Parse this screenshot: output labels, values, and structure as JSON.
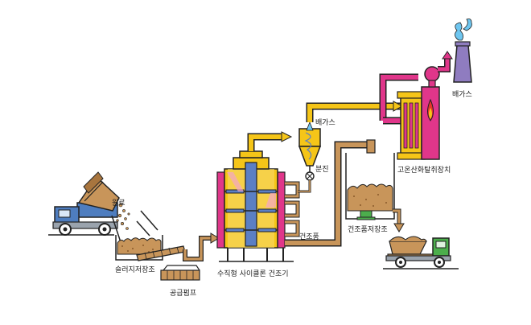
{
  "labels": {
    "raw_material": "원료",
    "sludge_storage": "슬러지저장조",
    "supply_pump": "공급펌프",
    "vertical_cyclone_dryer": "수직형 사이클론 건조기",
    "exhaust_gas_upper": "배가스",
    "dust_separator": "분진",
    "dry_air": "건조풍",
    "dried_product_storage": "건조품저장조",
    "high_temp_oxidation_deodorizer": "고온산화탈취장치",
    "exhaust_gas_stack": "배가스"
  },
  "colors": {
    "outline": "#222222",
    "yellow_duct": "#f5c518",
    "magenta_duct": "#e0368a",
    "brown_pipe": "#c8955a",
    "sludge": "#c8955a",
    "dryer_blue": "#5b7fc4",
    "stack_purple": "#8f7cc0",
    "truck_blue": "#4e7dbf",
    "truck_green": "#4cae4c",
    "machine_gray": "#cfcfcf",
    "flame_red": "#e8352b",
    "smoke_blue": "#6ec6f0"
  },
  "icons": {
    "smoke": "smoke-icon",
    "flame": "flame-icon",
    "dust": "dust-icon",
    "fan": "fan-icon"
  }
}
